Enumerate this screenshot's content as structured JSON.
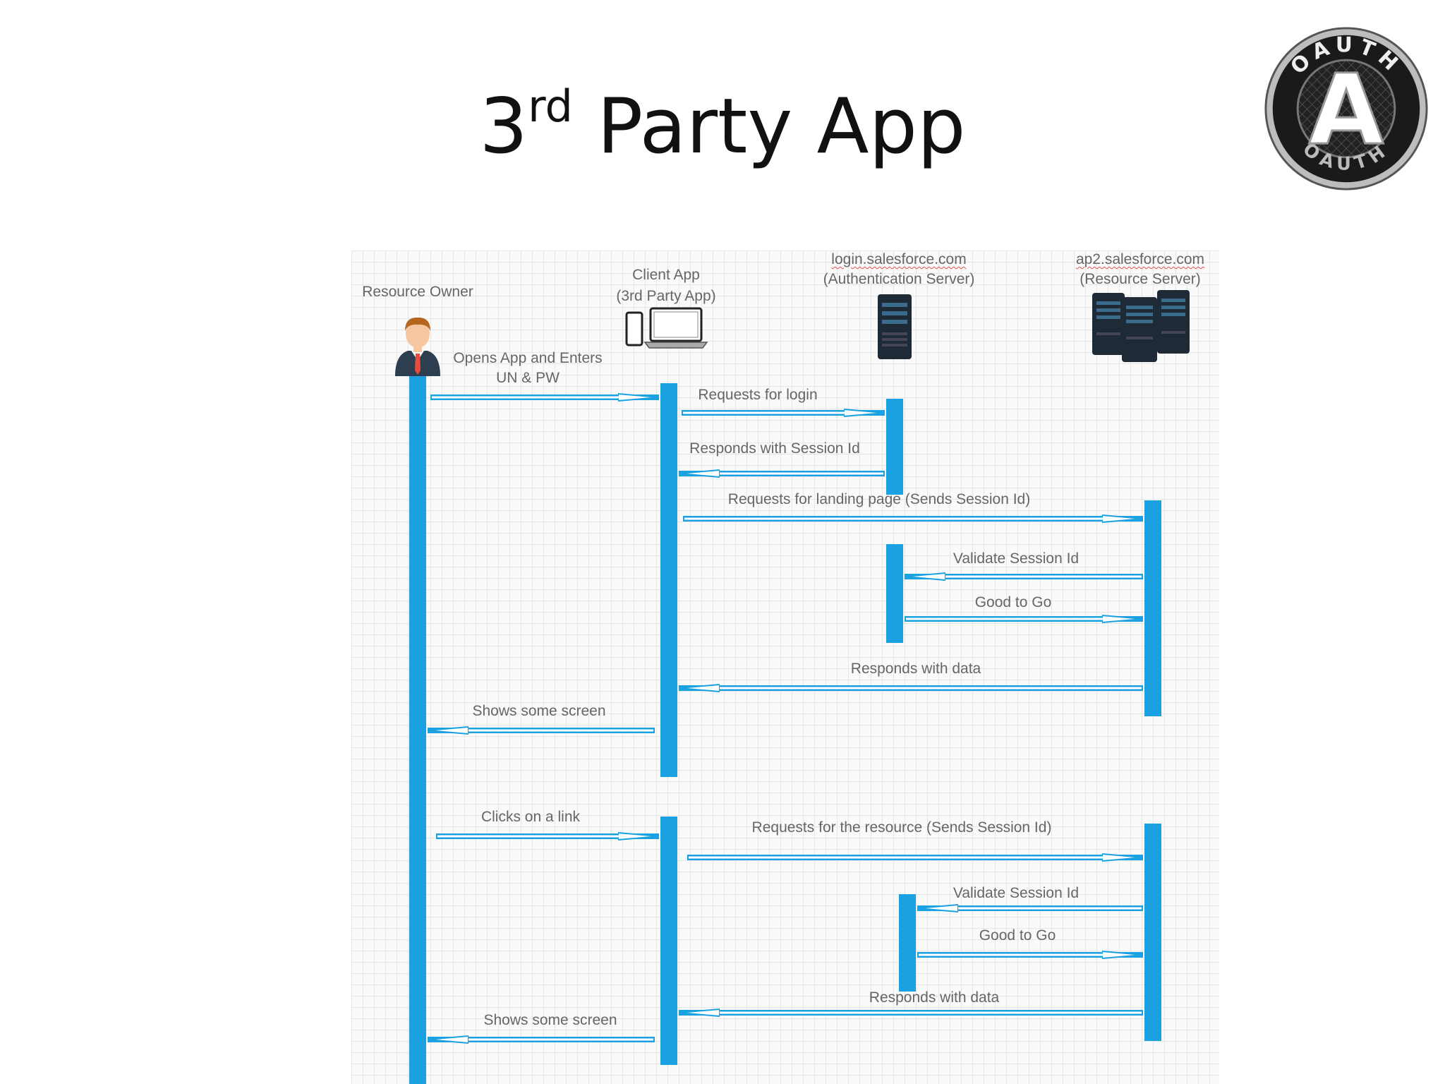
{
  "slide": {
    "title_main": "3",
    "title_sup": "rd",
    "title_rest": " Party App"
  },
  "logo": {
    "top_text": "OAUTH",
    "bottom_text": "OAUTH",
    "letter": "A"
  },
  "colors": {
    "activation": "#1ba1e2",
    "arrow": "#1ba1e2",
    "label": "#666666"
  },
  "participants": {
    "resource_owner": {
      "line1": "Resource Owner",
      "icon": "person-icon"
    },
    "client_app": {
      "line1": "Client App",
      "line2": "(3rd Party App)",
      "icon": "phone-laptop-icon"
    },
    "auth_server": {
      "line1": "login.salesforce.com",
      "line2": "(Authentication Server)",
      "icon": "server-icon"
    },
    "resource_server": {
      "line1": "ap2.salesforce.com",
      "line2": "(Resource Server)",
      "icon": "server-rack-icon"
    }
  },
  "messages": {
    "m1_line1": "Opens App and Enters",
    "m1_line2": "UN & PW",
    "m2": "Requests for login",
    "m3": "Responds with Session Id",
    "m4": "Requests for landing page (Sends Session Id)",
    "m5": "Validate Session Id",
    "m6": "Good to Go",
    "m7": "Responds with data",
    "m8": "Shows some screen",
    "m9": "Clicks on a link",
    "m10": "Requests for the resource (Sends Session Id)",
    "m11": "Validate Session Id",
    "m12": "Good to Go",
    "m13": "Responds with data",
    "m14": "Shows some screen"
  }
}
